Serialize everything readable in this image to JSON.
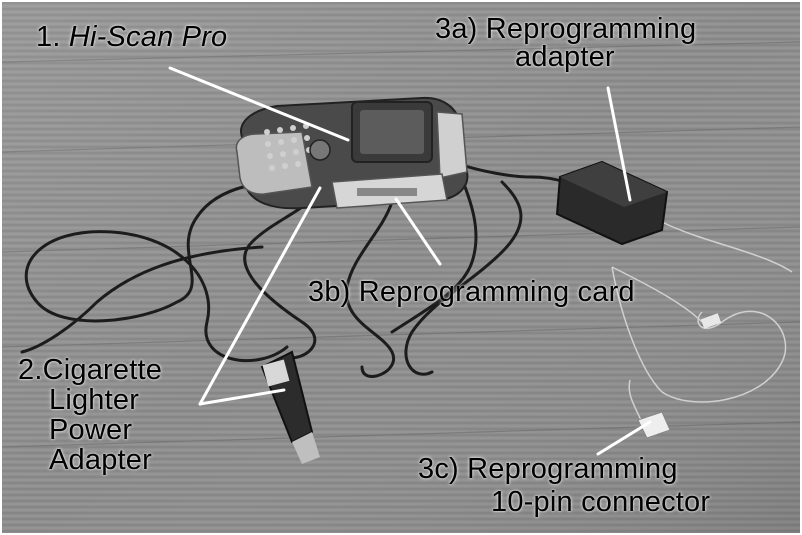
{
  "image": {
    "description_style": "grayscale photograph",
    "colors": {
      "floor": "#8c8c8c",
      "label_text": "#000000",
      "pointer_line": "#ffffff"
    }
  },
  "labels": {
    "hi_scan": {
      "number": "1.",
      "name": "Hi-Scan Pro"
    },
    "adapter": {
      "line1": "3a)  Reprogramming",
      "line2": "adapter"
    },
    "card": {
      "text": "3b) Reprogramming  card"
    },
    "power": {
      "line1": "2.Cigarette",
      "line2": "Lighter",
      "line3": "Power",
      "line4": "Adapter"
    },
    "connector": {
      "line1": "3c)  Reprogramming",
      "line2": "10-pin connector"
    }
  }
}
